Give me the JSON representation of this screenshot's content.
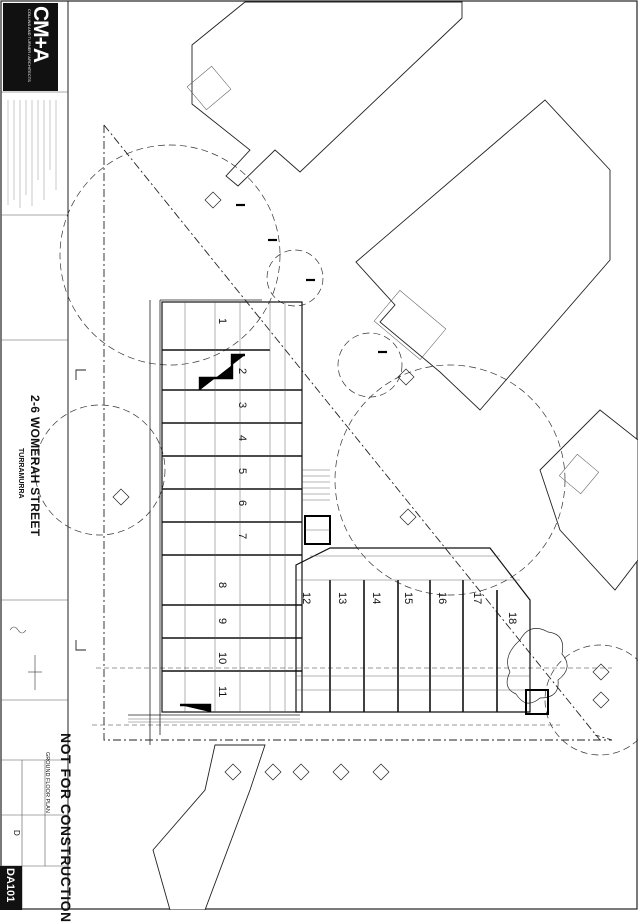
{
  "practice": {
    "logo": "CM+A",
    "logo_sub": "COLLINS AND TURNER / ARCHITECTS"
  },
  "project": {
    "name": "2-6 WOMERAH STREET",
    "suburb": "TURRAMURRA"
  },
  "drawing": {
    "title": "GROUND FLOOR PLAN",
    "number": "DA101",
    "revision": "D",
    "status": "NOT FOR CONSTRUCTION"
  },
  "units": [
    "1",
    "2",
    "3",
    "4",
    "5",
    "6",
    "7",
    "8",
    "9",
    "10",
    "11",
    "12",
    "13",
    "14",
    "15",
    "16",
    "17",
    "18"
  ]
}
